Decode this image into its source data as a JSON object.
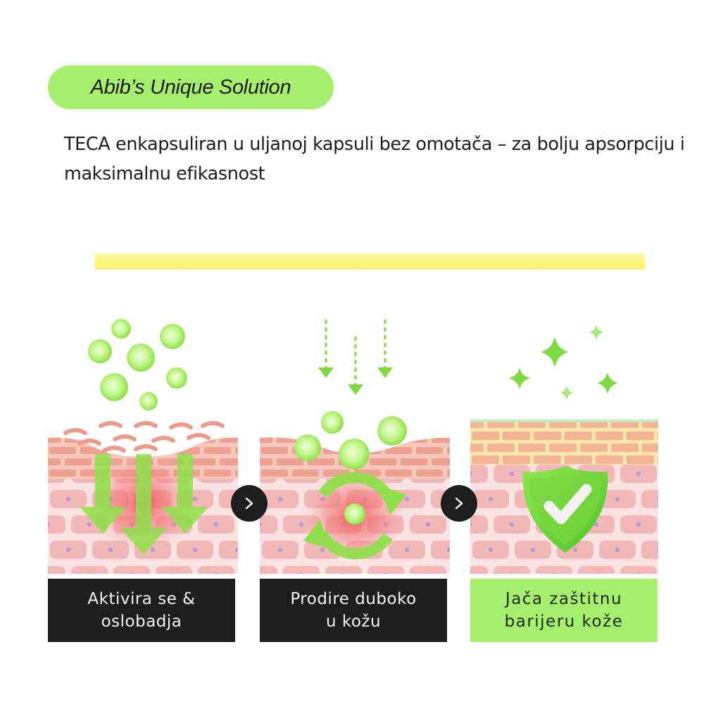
{
  "header": {
    "badge_label": "Abib’s Unique Solution",
    "headline": "TECA enkapsuliran u uljanoj kapsuli bez omotača – za bolju apsorpciju i maksimalnu efikasnost"
  },
  "colors": {
    "accent_green": "#a6ef6e",
    "highlight_yellow": "#fdf57d",
    "dark": "#1e1e1e",
    "skin_pink": "#f2b8b5",
    "cell_nucleus": "#b79ad6"
  },
  "steps": [
    {
      "icon": "capsules-release-icon",
      "caption": "Aktivira se & oslobadja",
      "line1": "Aktivira se &",
      "line2": "oslobadja",
      "style": "dark"
    },
    {
      "icon": "deep-penetration-icon",
      "caption": "Prodire duboko u kožu",
      "line1": "Prodire duboko",
      "line2": "u kožu",
      "style": "dark"
    },
    {
      "icon": "shield-check-icon",
      "caption": "Jača zaštitnu barijeru kože",
      "line1": "Jača zaštitnu",
      "line2": "barijeru kože",
      "style": "green"
    }
  ],
  "navigation": {
    "next_glyph": "›"
  }
}
